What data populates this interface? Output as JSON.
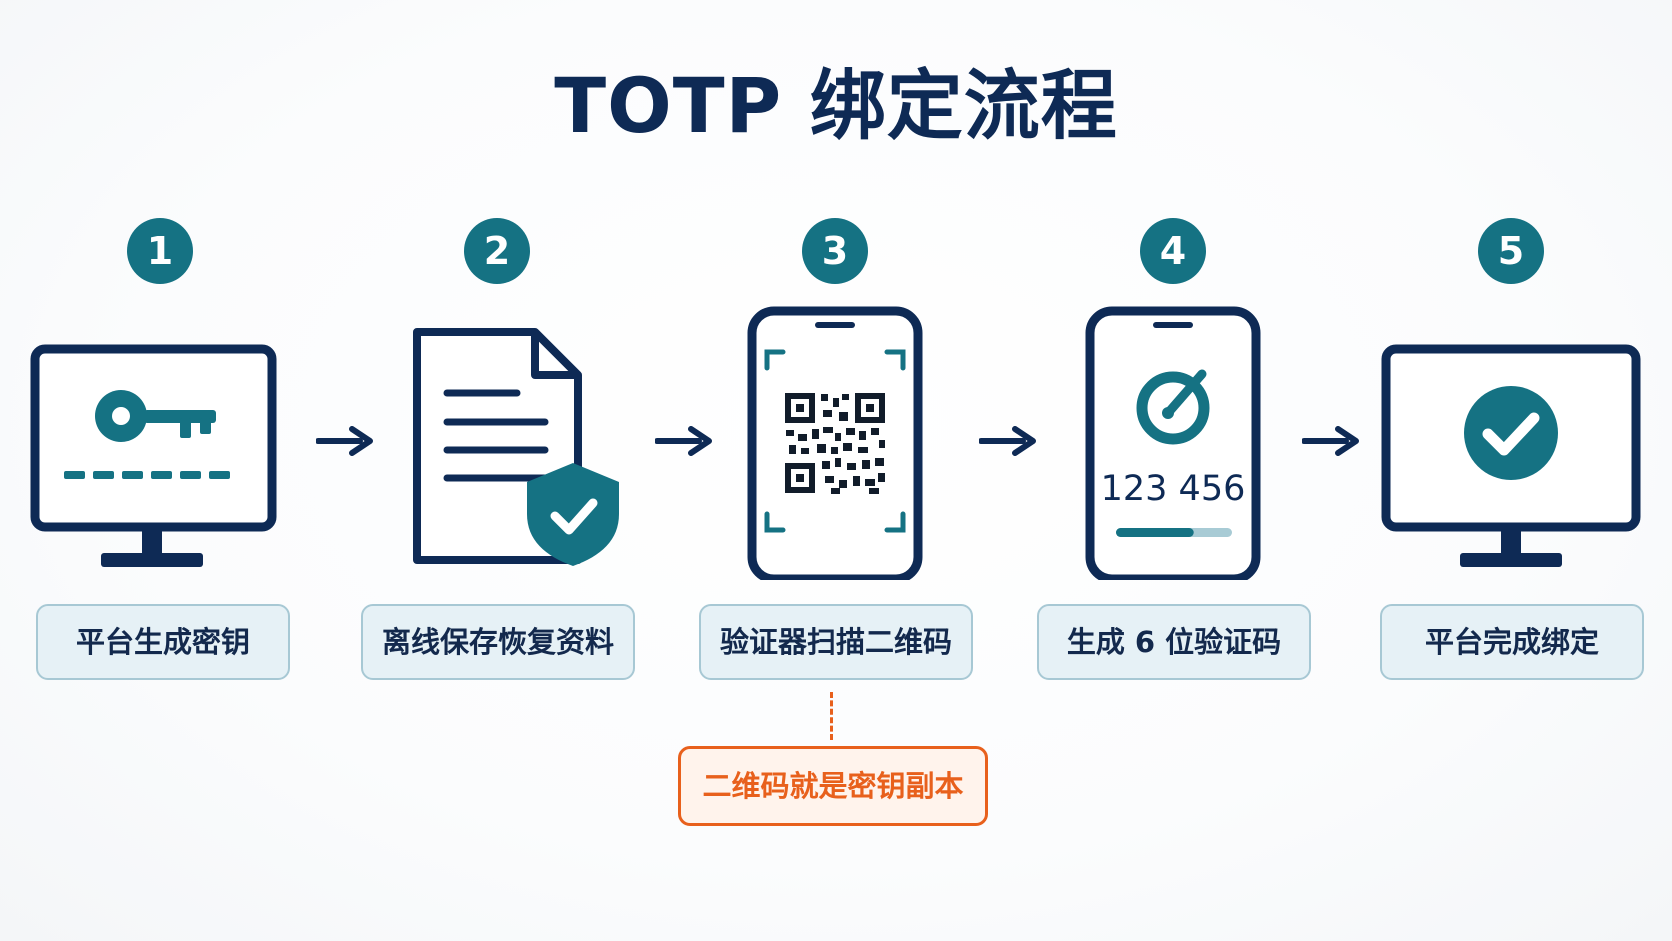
{
  "title": "TOTP 绑定流程",
  "colors": {
    "navy": "#0e2a55",
    "teal": "#157283",
    "label_fill": "#e6f1f6",
    "label_border": "#a7c8d4",
    "note_orange": "#e8601c"
  },
  "steps": [
    {
      "number": "1",
      "label": "平台生成密钥",
      "icon": "monitor-key-icon"
    },
    {
      "number": "2",
      "label": "离线保存恢复资料",
      "icon": "document-shield-icon"
    },
    {
      "number": "3",
      "label": "验证器扫描二维码",
      "icon": "phone-qr-icon"
    },
    {
      "number": "4",
      "label": "生成 6 位验证码",
      "icon": "phone-code-icon",
      "code": "123 456",
      "timer_fraction": 0.67
    },
    {
      "number": "5",
      "label": "平台完成绑定",
      "icon": "monitor-check-icon"
    }
  ],
  "note": {
    "text": "二维码就是密钥副本",
    "attached_to_step": "3"
  }
}
